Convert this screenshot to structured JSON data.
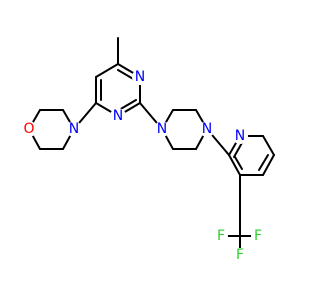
{
  "colors": {
    "bond": "#000000",
    "nitrogen": "#0000ff",
    "oxygen": "#ff0000",
    "fluorine": "#33cc33",
    "background": "#ffffff"
  },
  "atoms": {
    "morpholine_o": "O",
    "morpholine_n": "N",
    "pyrimidine_n_right": "N",
    "pyrimidine_n_bottom": "N",
    "piperazine_n_left": "N",
    "piperazine_n_right": "N",
    "pyridine_n": "N",
    "fluorine_left": "F",
    "fluorine_top": "F",
    "fluorine_right": "F"
  }
}
